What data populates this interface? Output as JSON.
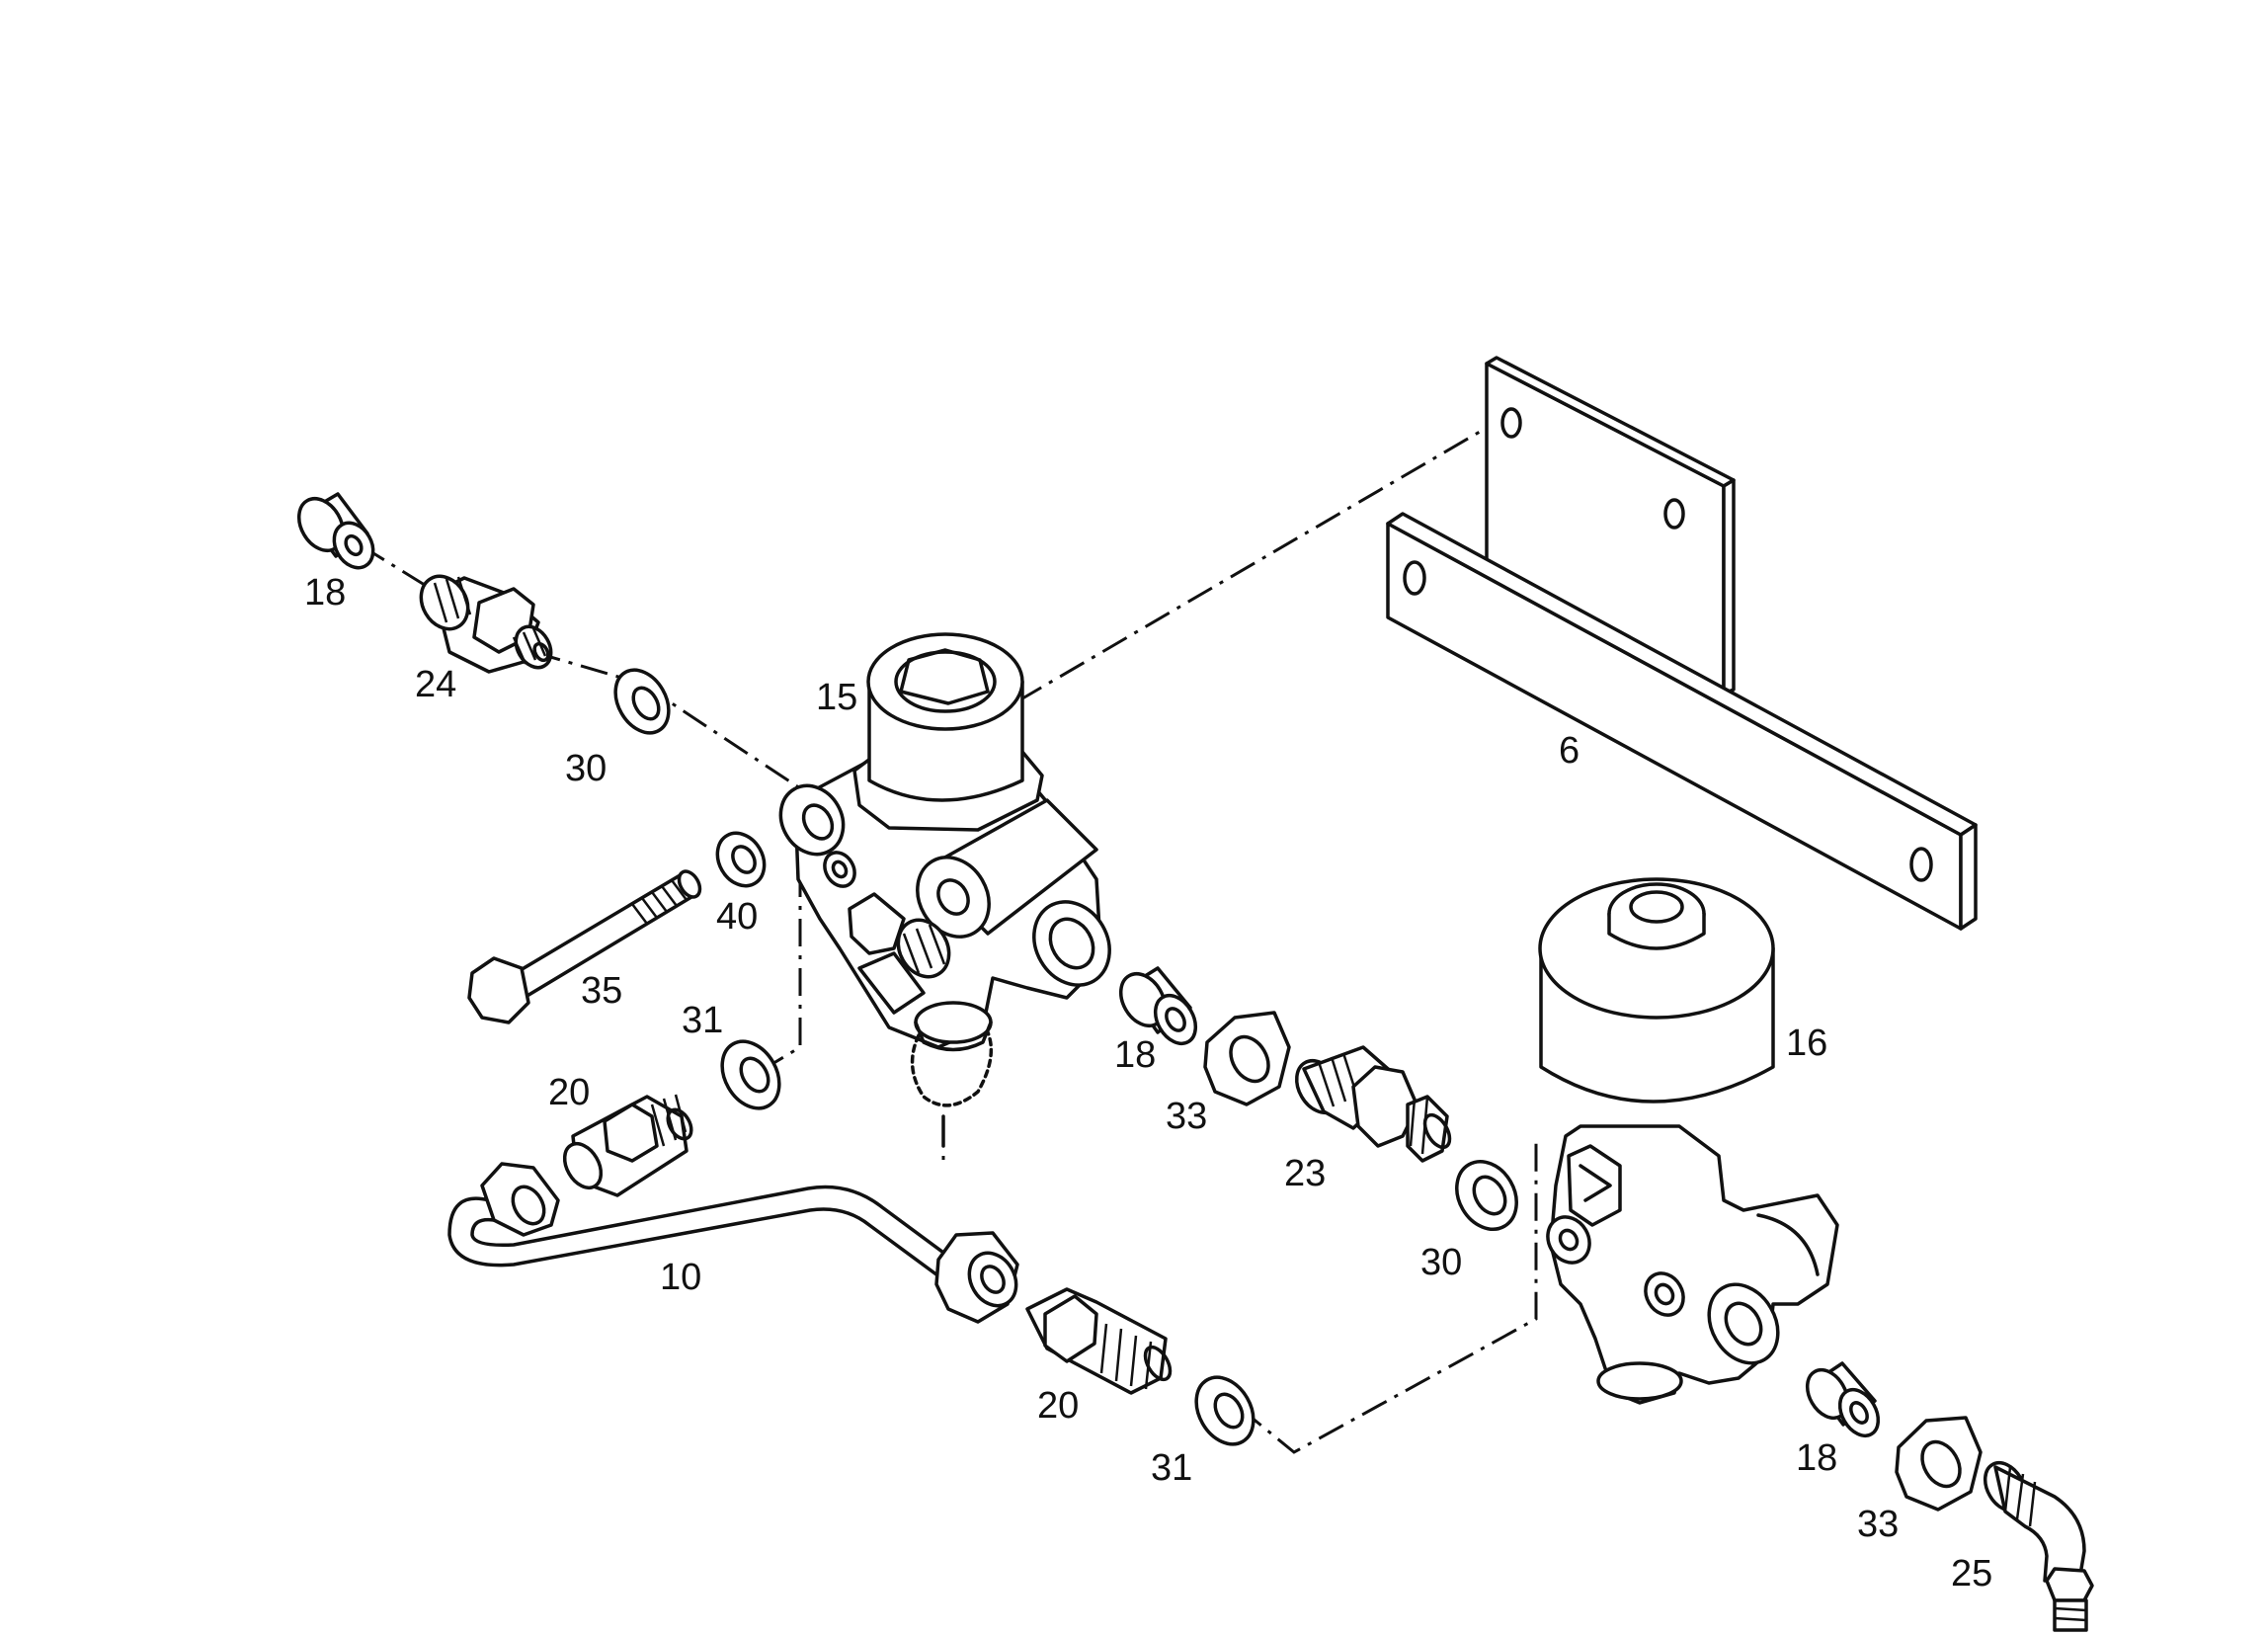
{
  "labels": {
    "p18a": "18",
    "p24": "24",
    "p30a": "30",
    "p15": "15",
    "p6": "6",
    "p40": "40",
    "p35": "35",
    "p31a": "31",
    "p20a": "20",
    "p18b": "18",
    "p33a": "33",
    "p16": "16",
    "p23": "23",
    "p30b": "30",
    "p10": "10",
    "p20b": "20",
    "p31b": "31",
    "p18c": "18",
    "p33b": "33",
    "p25": "25"
  }
}
